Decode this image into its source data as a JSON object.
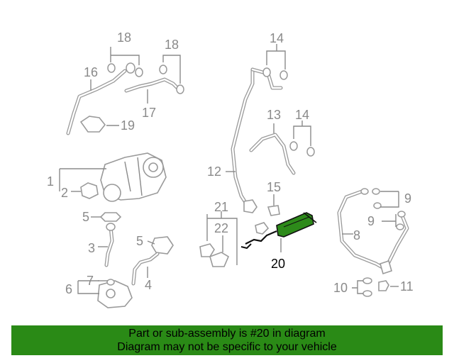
{
  "callouts": {
    "c1": "1",
    "c2": "2",
    "c3": "3",
    "c4": "4",
    "c5a": "5",
    "c5b": "5",
    "c6": "6",
    "c7": "7",
    "c8": "8",
    "c9a": "9",
    "c9b": "9",
    "c10": "10",
    "c11": "11",
    "c12": "12",
    "c13": "13",
    "c14a": "14",
    "c14b": "14",
    "c15": "15",
    "c16": "16",
    "c17": "17",
    "c18a": "18",
    "c18b": "18",
    "c19": "19",
    "c20": "20",
    "c21": "21",
    "c22": "22"
  },
  "highlight": {
    "part": "20",
    "color": "#2d8a1a"
  },
  "banner": {
    "line1": "Part or sub-assembly is #20 in diagram",
    "line2": "Diagram may not be specific to your vehicle",
    "background": "#2a8a16"
  }
}
